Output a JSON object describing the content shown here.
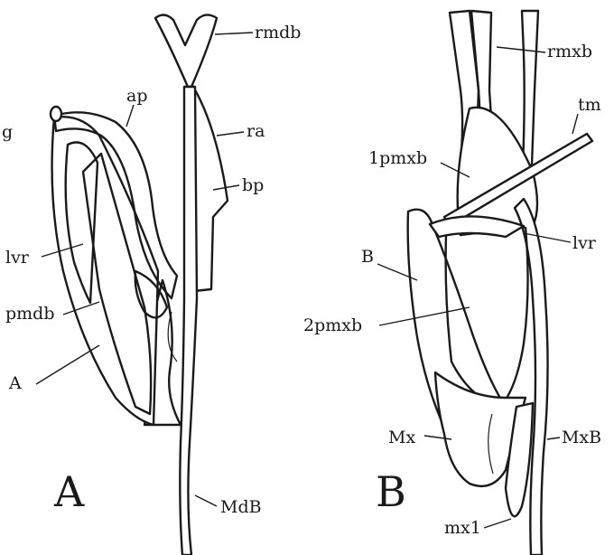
{
  "panel_a": {
    "letter": "A",
    "labels": {
      "rmdb": "rmdb",
      "ap": "ap",
      "g": "g",
      "ra": "ra",
      "bp": "bp",
      "lvr": "lvr",
      "pmdb": "pmdb",
      "a": "A",
      "mdb": "MdB"
    }
  },
  "panel_b": {
    "letter": "B",
    "labels": {
      "rmxb": "rmxb",
      "tm": "tm",
      "1pmxb": "1pmxb",
      "lvr": "lvr",
      "b": "B",
      "2pmxb": "2pmxb",
      "mx": "Mx",
      "mxb": "MxB",
      "mx1": "mx1"
    }
  }
}
